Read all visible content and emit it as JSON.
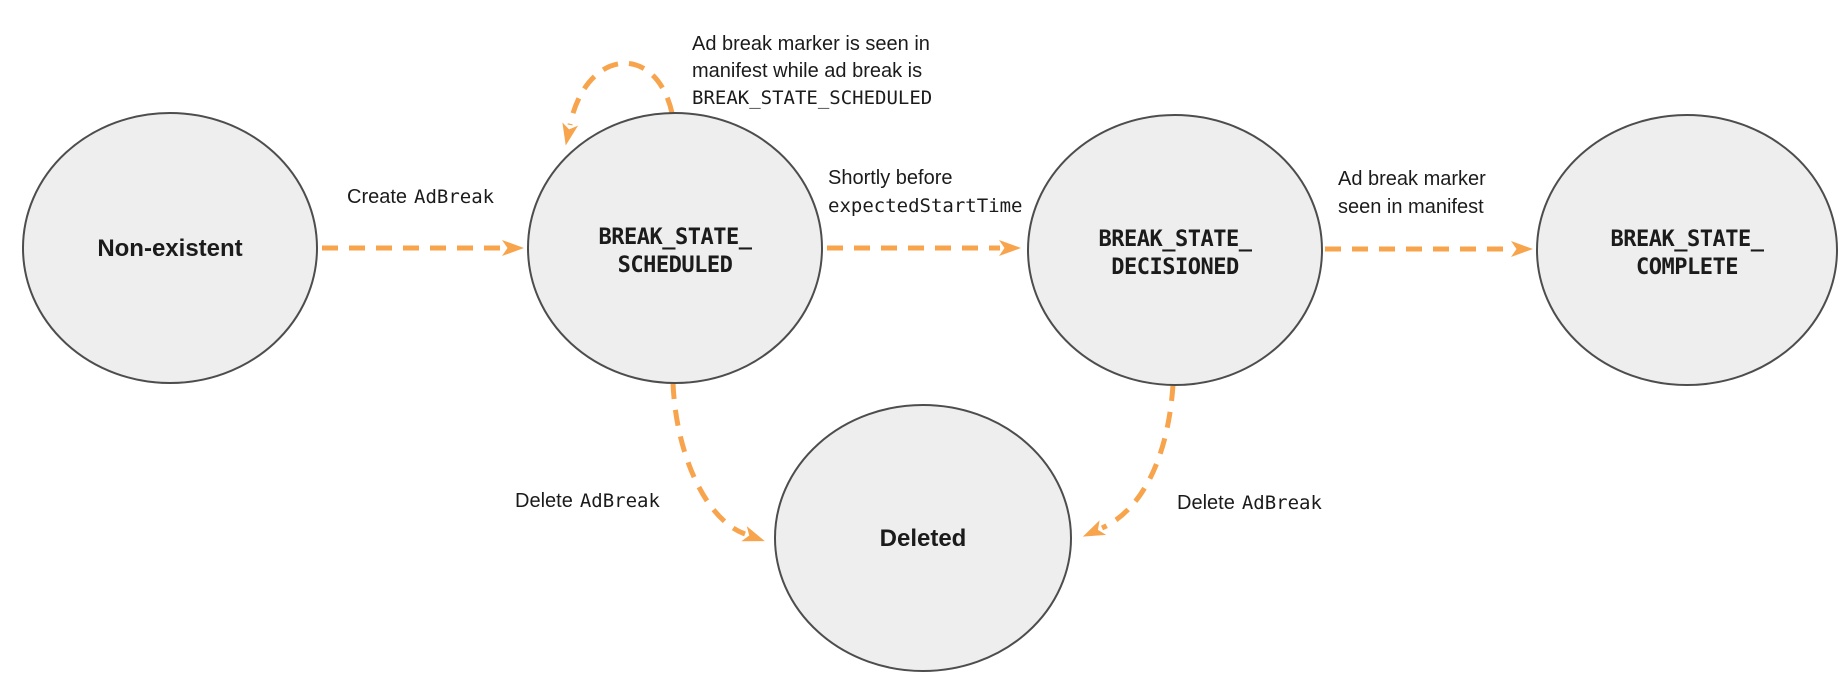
{
  "colors": {
    "arrow": "#F7A44D",
    "node_fill": "#EEEEEE",
    "node_stroke": "#4D4D4D",
    "text": "#1B1B1B"
  },
  "nodes": {
    "non_existent": {
      "label": "Non-existent"
    },
    "scheduled": {
      "line1": "BREAK_STATE_",
      "line2": "SCHEDULED"
    },
    "decisioned": {
      "line1": "BREAK_STATE_",
      "line2": "DECISIONED"
    },
    "complete": {
      "line1": "BREAK_STATE_",
      "line2": "COMPLETE"
    },
    "deleted": {
      "label": "Deleted"
    }
  },
  "edges": {
    "create": {
      "plain": "Create",
      "code": "AdBreak"
    },
    "self_loop": {
      "line1": "Ad break marker is seen in",
      "line2": "manifest while ad break is",
      "line3": "BREAK_STATE_SCHEDULED"
    },
    "to_decisioned": {
      "line1": "Shortly before",
      "line2": "expectedStartTime"
    },
    "to_complete": {
      "line1": "Ad break marker",
      "line2": "seen in manifest"
    },
    "delete_from_scheduled": {
      "plain": "Delete",
      "code": "AdBreak"
    },
    "delete_from_decisioned": {
      "plain": "Delete",
      "code": "AdBreak"
    }
  }
}
